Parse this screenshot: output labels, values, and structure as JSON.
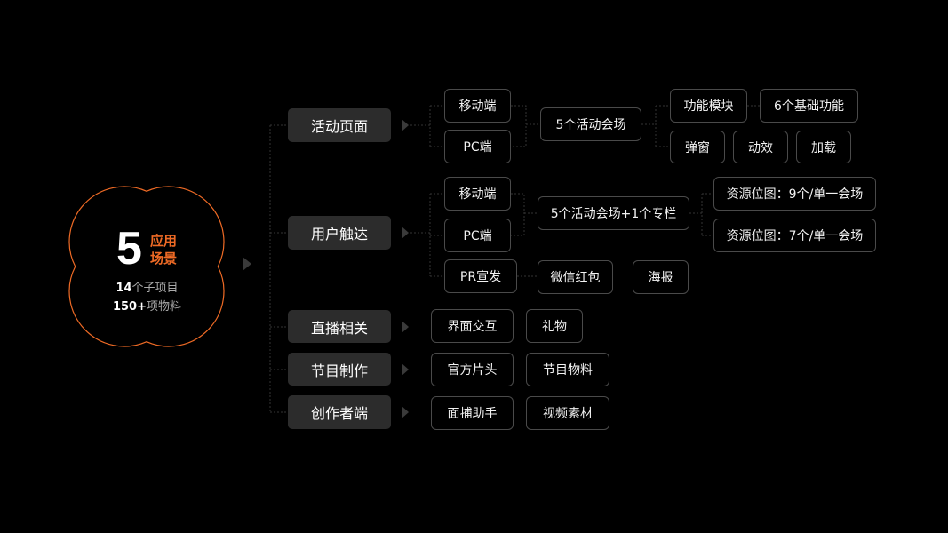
{
  "center": {
    "number": "5",
    "title_line1": "应用",
    "title_line2": "场景",
    "stat1_num": "14",
    "stat1_text": "个子项目",
    "stat2_num": "150+",
    "stat2_text": "项物料",
    "accent": "#ee6a25"
  },
  "categories": [
    "活动页面",
    "用户触达",
    "直播相关",
    "节目制作",
    "创作者端"
  ],
  "activity": {
    "mobile": "移动端",
    "pc": "PC端",
    "venue": "5个活动会场",
    "module": "功能模块",
    "basic": "6个基础功能",
    "popup": "弹窗",
    "effect": "动效",
    "loading": "加载"
  },
  "reach": {
    "mobile": "移动端",
    "pc": "PC端",
    "pr": "PR宣发",
    "venue": "5个活动会场+1个专栏",
    "res9": "资源位图：9个/单一会场",
    "res7": "资源位图：7个/单一会场",
    "hongbao": "微信红包",
    "poster": "海报"
  },
  "live": {
    "ui": "界面交互",
    "gift": "礼物"
  },
  "program": {
    "intro": "官方片头",
    "material": "节目物料"
  },
  "creator": {
    "capture": "面捕助手",
    "video": "视频素材"
  }
}
